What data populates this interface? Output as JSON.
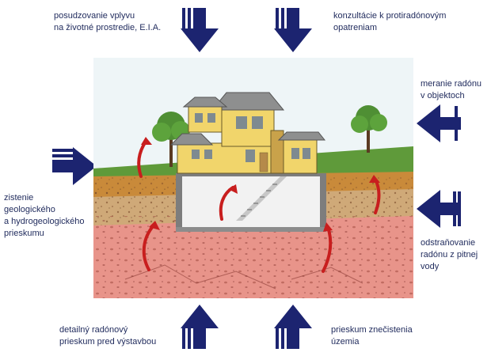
{
  "colors": {
    "arrow": "#1c2470",
    "label_text": "#1f2a5c",
    "sky": "#eef5f7",
    "grass": "#5f9a3a",
    "topsoil": "#c98a3a",
    "subsoil": "#cfa978",
    "bedrock": "#e8948a",
    "house_wall": "#f1d56b",
    "roof": "#8e8f8f",
    "radon_arrow": "#c81e1e"
  },
  "icons": {
    "service_arrow": "block-arrow-icon",
    "radon_flow": "curved-arrow-icon"
  },
  "labels": {
    "top_left": "posudzovanie vplyvu\nna životné prostredie, E.I.A.",
    "top_right": "konzultácie k protiradónovým\nopatreniam",
    "right_top": "meranie radónu\nv objektoch",
    "left": "zistenie\ngeologického\na hydrogeologického\nprieskumu",
    "right_bottom": "odstraňovanie\nradónu z pitnej\nvody",
    "bottom_left": "detailný radónový\nprieskum pred výstavbou",
    "bottom_right": "prieskum znečistenia\núzemia"
  }
}
